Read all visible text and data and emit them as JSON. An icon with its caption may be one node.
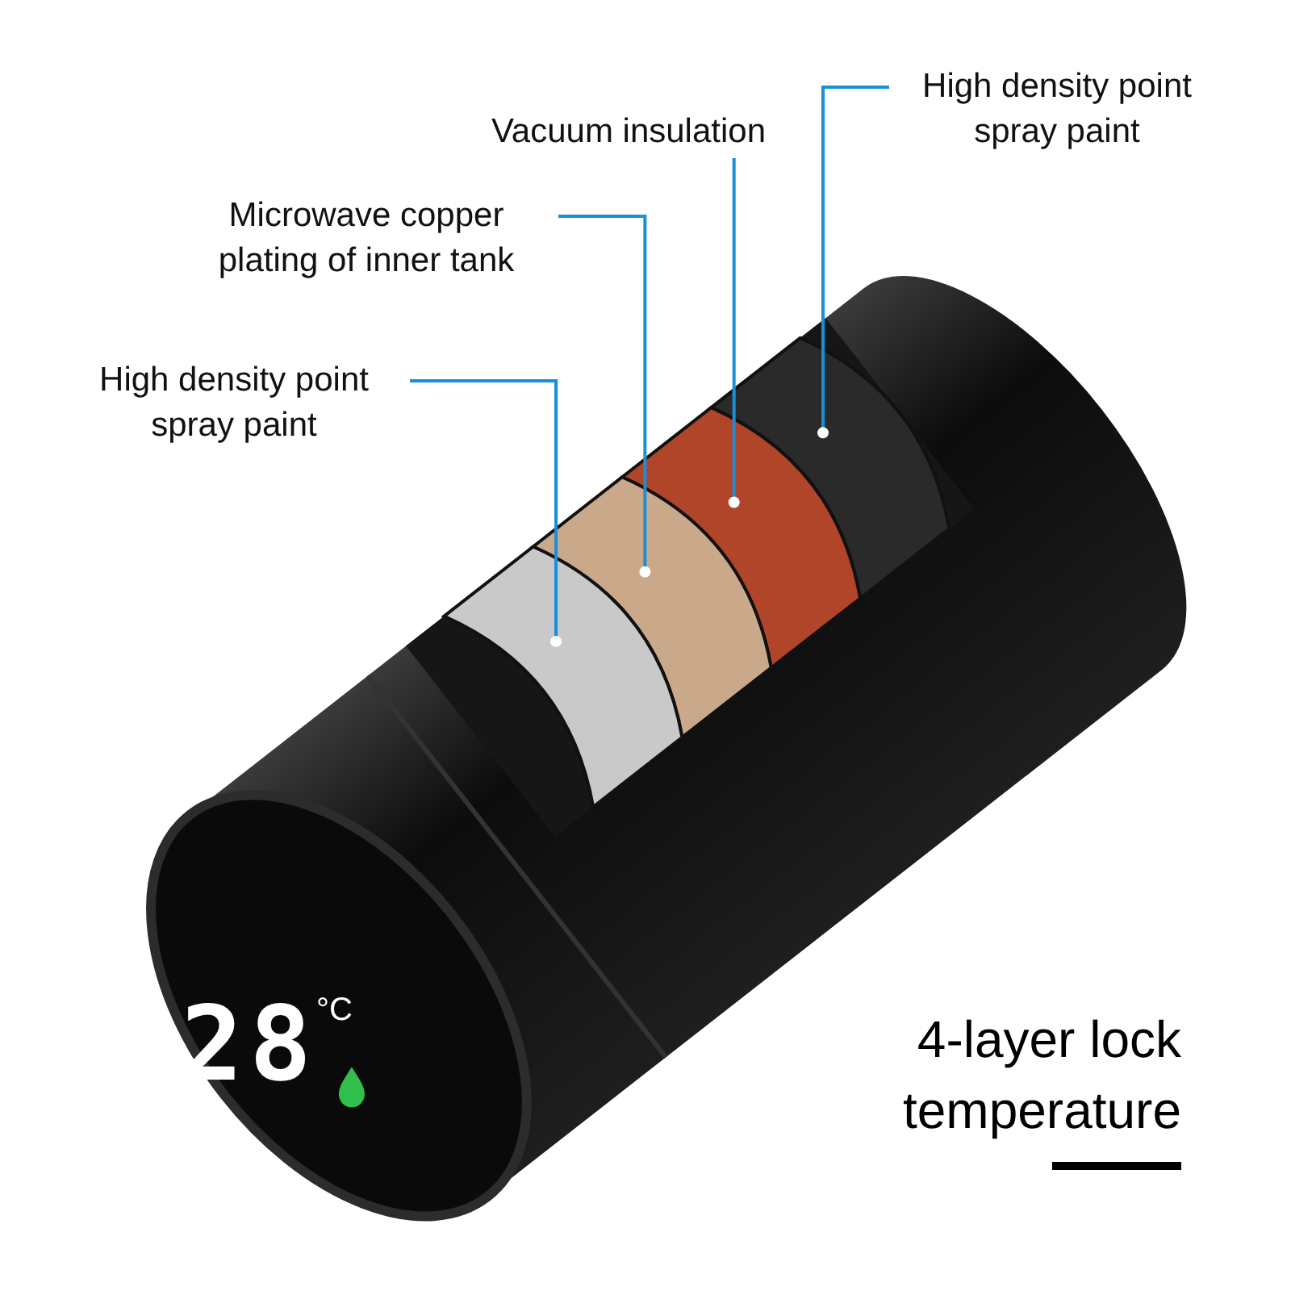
{
  "diagram": {
    "nodes": [
      {
        "text": [
          "High density point spray paint"
        ]
      },
      {
        "text": [
          "Vacuum insulation"
        ]
      },
      {
        "text": [
          "Microwave copper plating of inner tank"
        ]
      },
      {
        "text": [
          "High density point spray paint"
        ]
      },
      {
        "text": [],
        "shape": "box"
      },
      {
        "text": [],
        "shape": "box"
      },
      {
        "text": [],
        "shape": "box"
      },
      {
        "text": [],
        "shape": "box"
      }
    ],
    "edges": [
      {
        "from": 0,
        "to": 4,
        "arrow": "other"
      },
      {
        "from": 1,
        "to": 5,
        "arrow": "other"
      },
      {
        "from": 2,
        "to": 6,
        "arrow": "other"
      },
      {
        "from": 3,
        "to": 7,
        "arrow": "other"
      }
    ],
    "labels": [
      "28",
      "°C",
      "4-layer lock temperature"
    ]
  }
}
